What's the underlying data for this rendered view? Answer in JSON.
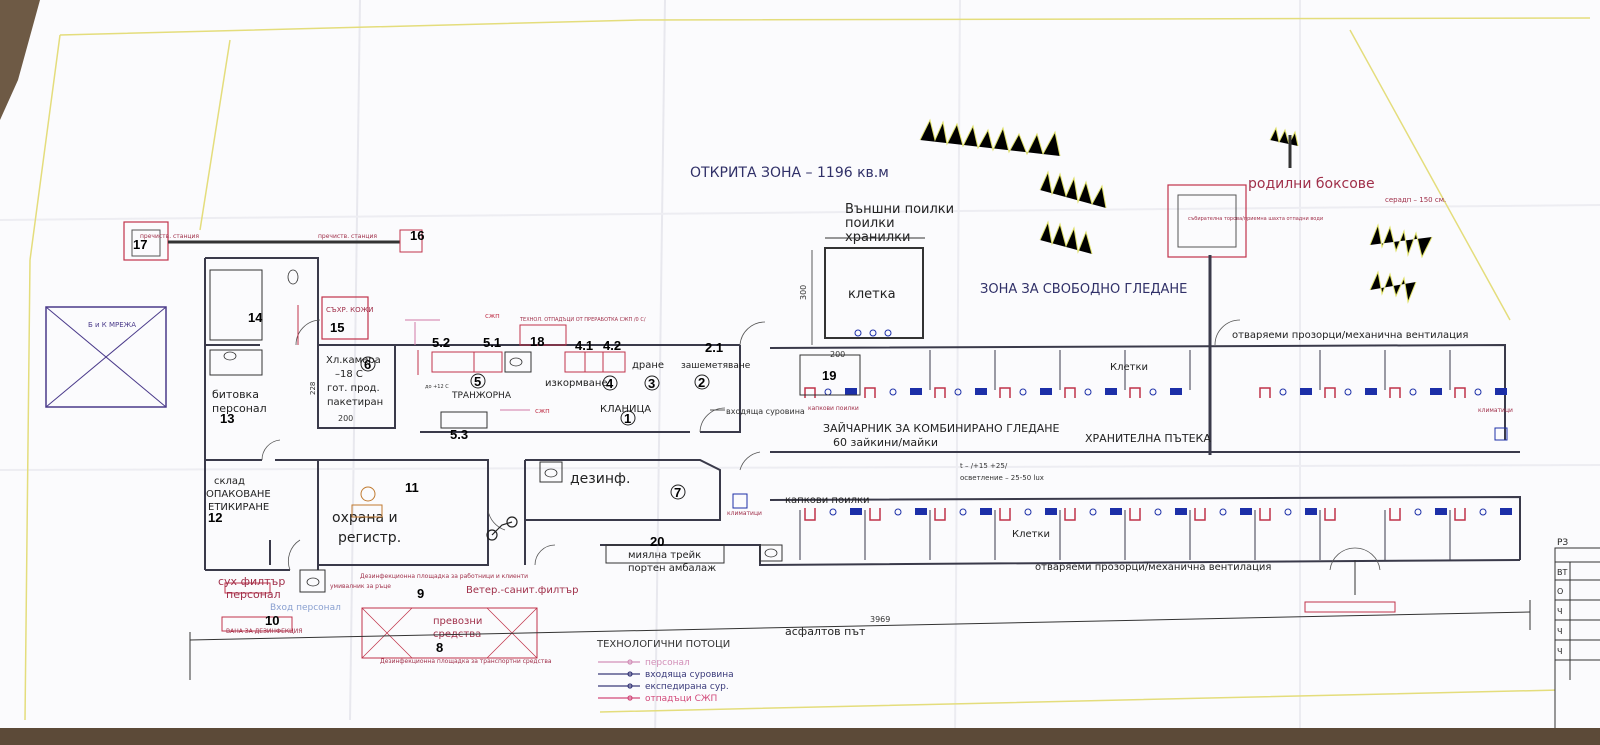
{
  "zones": {
    "open_zone": "ОТКРИТА ЗОНА – 1196 кв.м",
    "free_rearing": "ЗОНА ЗА СВОБОДНО ГЛЕДАНЕ",
    "birthing": "родилни боксове",
    "birthing_note": "серадп – 150 см.",
    "fattening_title": "ЗАЙЧАРНИК ЗА КОМБИНИРАНО ГЛЕДАНЕ",
    "fattening_sub": "60 зайкини/майки",
    "feed_path": "ХРАНИТЕЛНА ПЪТЕКА",
    "climate": "t – /+15 +25/",
    "lighting": "осветление – 25-50 lux",
    "asphalt": "асфалтов път",
    "length_dim": "3969"
  },
  "rooms": {
    "outer_drinkers": "Външни поилки",
    "feeders": "хранилки",
    "cage": "клетка",
    "cages": "Клетки",
    "drip_drinkers": "капкови поилки",
    "windows": "отваряеми прозорци/механична вентилация",
    "cold_chamber": "Хл.камера",
    "cold_temp": "–18 С",
    "finished_prod": "гот. прод.",
    "packed": "пакетиран",
    "carving": "ТРАНЖОРНА",
    "slaughter": "КЛАНИЦА",
    "skinning": "дране",
    "stunning": "зашеметяване",
    "evisceration": "изкормване",
    "incoming": "входяща суровина",
    "disinf": "дезинф.",
    "guard": "охрана и регистр.",
    "household": "битовка персонал",
    "warehouse": "склад ОПАКОВАНЕ ЕТИКИРАНЕ",
    "dry_filter": "сух филтър персонал",
    "vet_filter": "Ветер.-санит.филтър",
    "washing": "миялна трейк",
    "returnable": "портен амбалаж",
    "vehicles": "превозни средства",
    "disinf_pad": "Дезинфекционна площадка за транспортни средства",
    "disinf_pad_staff": "Дезинфекционна площадка за работници и клиенти",
    "hand_washer": "умивалник за ръце",
    "disinf_bath": "ВАНА ЗА ДЕЗИНФЕКЦИЯ",
    "staff_entry": "Вход персонал",
    "skins": "СЪХР. КОЖИ",
    "tech_waste": "ТЕХНОЛ. ОТПАДЪЦИ ОТ ПРЕРАБОТКА СЖП /0 С/",
    "treatment_left": "пречиств. станция",
    "treatment_right": "пречиств. станция",
    "net": "Б и К МРЕЖА",
    "shaft": "събирателна торова/приемна шахта отпадни води",
    "temp_dual": "до +12 С",
    "mgmt": "сжп",
    "climate_small": "климатици",
    "dim_300": "300",
    "dim_200": "200",
    "dim_200b": "200",
    "dim_228": "228"
  },
  "numbers": [
    "1",
    "2",
    "3",
    "4",
    "5",
    "6",
    "8",
    "9",
    "10",
    "11",
    "12",
    "13",
    "14",
    "15",
    "16",
    "17",
    "18",
    "19",
    "20",
    "2.1",
    "4.1",
    "4.2",
    "5.1",
    "5.2",
    "5.3",
    "7"
  ],
  "legend": {
    "title": "ТЕХНОЛОГИЧНИ ПОТОЦИ",
    "items": [
      "персонал",
      "входяща суровина",
      "експедирана сур.",
      "отпадъци СЖП"
    ],
    "colors": [
      "#d28fb8",
      "#3a3a7a",
      "#3a3a7a",
      "#d24a7a"
    ]
  },
  "stamp": {
    "code": "РЗ",
    "cells": [
      "ВТ",
      "О",
      "Ч",
      "Ч",
      "Ч"
    ]
  },
  "colors": {
    "wall": "#333344",
    "red": "#c0334a",
    "blue": "#1c2fa8",
    "yellow": "#e6e07a",
    "pink": "#e07aa8"
  }
}
